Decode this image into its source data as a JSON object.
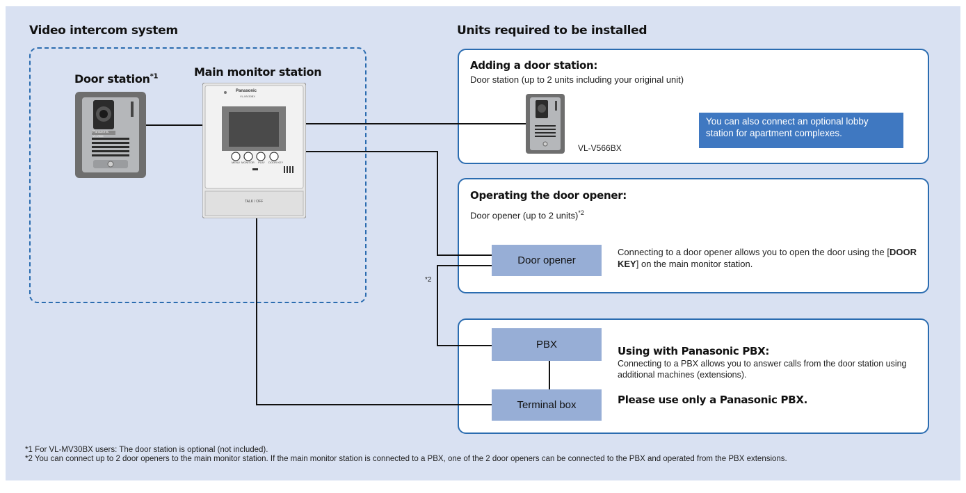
{
  "left": {
    "title": "Video intercom system",
    "door_station_label": "Door station",
    "door_station_sup": "*1",
    "main_monitor_label": "Main monitor station",
    "monitor": {
      "brand": "Panasonic",
      "model": "VL-MV30BX",
      "buttons": [
        "MENU",
        "MONITOR",
        "PLAY",
        "DOOR KEY"
      ],
      "talk": "TALK / OFF"
    },
    "door_unit_brand": "Panasonic",
    "door_unit_model": "VL-V566"
  },
  "right": {
    "title": "Units required to be installed",
    "box1": {
      "title": "Adding a door station:",
      "subtitle": "Door station (up to 2 units including your original unit)",
      "model": "VL-V566BX",
      "callout": "You can also connect an optional lobby station for apartment complexes."
    },
    "box2": {
      "title": "Operating the door opener:",
      "subtitle": "Door opener (up to 2 units)",
      "subtitle_sup": "*2",
      "unit_label": "Door opener",
      "desc_pre": "Connecting to a door opener allows you to open the door using the [",
      "desc_bold": "DOOR KEY",
      "desc_post": "] on the main monitor station."
    },
    "box3": {
      "pbx_label": "PBX",
      "terminal_label": "Terminal box",
      "title": "Using with Panasonic PBX:",
      "desc": "Connecting to a PBX allows you to answer calls from the door station using additional machines (extensions).",
      "note_bold": "Please use only a Panasonic PBX."
    }
  },
  "line_marker": "*2",
  "footnotes": [
    "*1 For VL-MV30BX users: The door station is optional (not included).",
    "*2 You can connect up to 2 door openers to the main monitor station. If the main monitor station is connected to a PBX, one of the 2 door openers can be connected to the PBX and operated from the PBX extensions."
  ],
  "colors": {
    "background": "#d9e1f2",
    "accent": "#2b6cb0",
    "unit_fill": "#97aed6",
    "callout_fill": "#3f78c1"
  }
}
